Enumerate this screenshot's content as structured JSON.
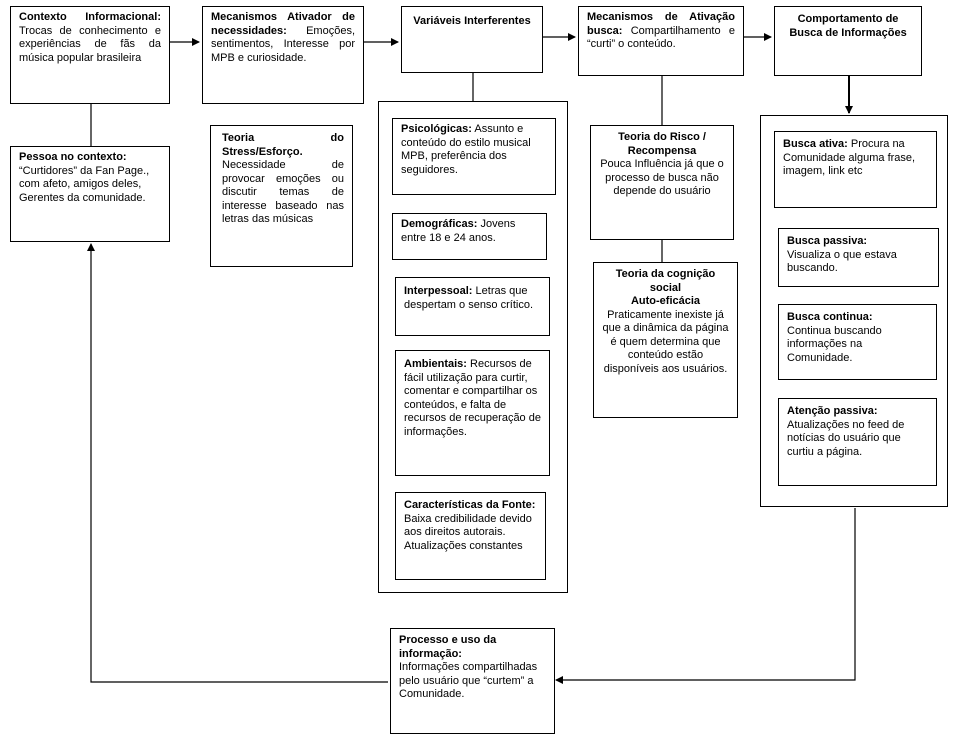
{
  "boxes": {
    "contexto": {
      "title": "Contexto Informacional:",
      "text": " Trocas de conhecimento e experiências de fãs da música popular brasileira"
    },
    "mecanismos_ativador": {
      "title": "Mecanismos Ativador de necessidades:",
      "text": " Emoções, sentimentos, Interesse por MPB e curiosidade."
    },
    "variaveis": {
      "title": "Variáveis Interferentes"
    },
    "mecanismos_ativacao": {
      "title": "Mecanismos de Ativação busca:",
      "text": " Compartilhamento e “curti” o conteúdo."
    },
    "comportamento": {
      "title": "Comportamento de Busca de Informações"
    },
    "pessoa": {
      "title": "Pessoa no contexto:",
      "text": " “Curtidores” da Fan Page., com afeto, amigos deles, Gerentes da comunidade."
    },
    "stress": {
      "title": "Teoria do Stress/Esforço.",
      "text": " Necessidade de provocar emoções ou discutir temas de interesse baseado nas letras das músicas"
    },
    "psicologicas": {
      "title": "Psicológicas:",
      "text": " Assunto e conteúdo do estilo musical MPB, preferência dos seguidores."
    },
    "demograficas": {
      "title": "Demográficas:",
      "text": " Jovens entre 18 e 24 anos."
    },
    "interpessoal": {
      "title": "Interpessoal:",
      "text": " Letras que despertam o senso crítico."
    },
    "ambientais": {
      "title": "Ambientais:",
      "text": " Recursos de fácil utilização para curtir, comentar e compartilhar os conteúdos, e falta de recursos de recuperação de informações."
    },
    "caracteristicas": {
      "title": "Características da Fonte:",
      "text": " Baixa credibilidade devido aos direitos autorais. Atualizações constantes"
    },
    "risco": {
      "title": "Teoria do Risco / Recompensa",
      "text": "Pouca Influência já que o processo de busca não depende do usuário"
    },
    "cognicao": {
      "title": "Teoria da cognição social",
      "subtitle": "Auto-eficácia",
      "text": "Praticamente inexiste já que a dinâmica da página é quem determina que conteúdo estão disponíveis aos usuários."
    },
    "busca_ativa": {
      "title": "Busca ativa:",
      "text": " Procura na Comunidade alguma frase, imagem, link etc"
    },
    "busca_passiva": {
      "title": "Busca passiva:",
      "text": "Visualiza o que estava buscando."
    },
    "busca_continua": {
      "title": "Busca continua:",
      "text": "Continua buscando informações na Comunidade."
    },
    "atencao_passiva": {
      "title": "Atenção passiva:",
      "text": "Atualizações no feed de notícias do usuário que curtiu a página."
    },
    "processo": {
      "title": "Processo e uso da informação:",
      "text": "Informações compartilhadas pelo usuário que “curtem” a Comunidade."
    }
  }
}
